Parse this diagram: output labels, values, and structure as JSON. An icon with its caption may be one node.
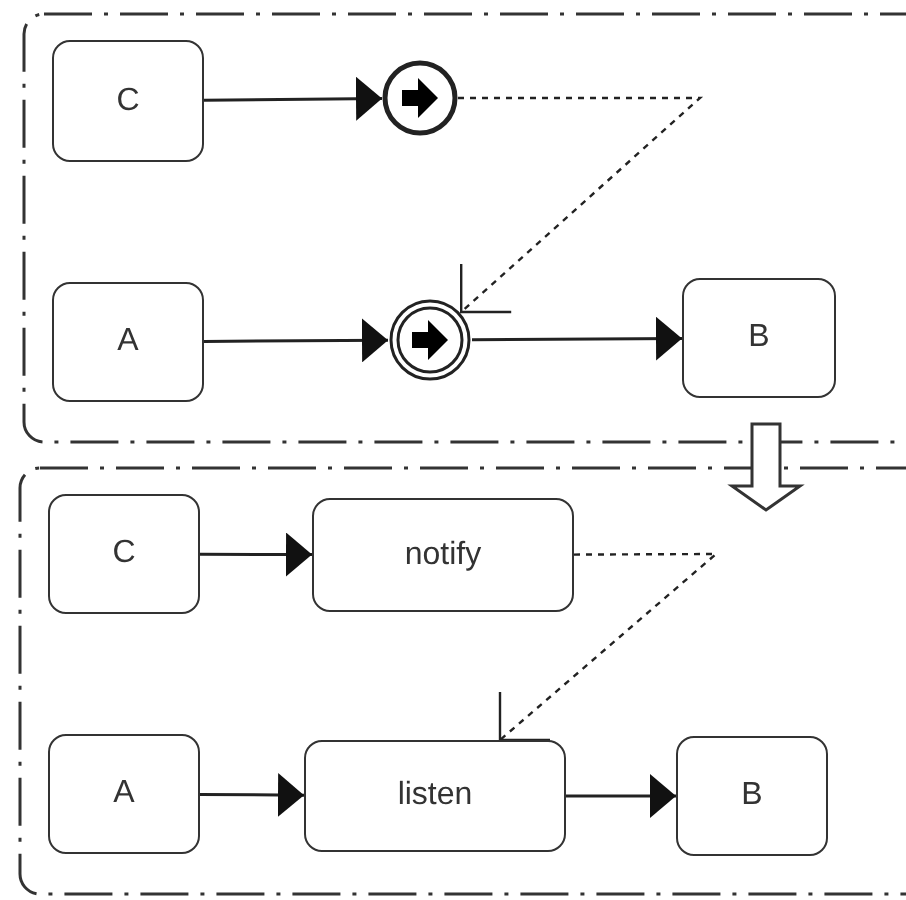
{
  "diagram": {
    "nodes": [
      {
        "text": [],
        "shape": "box"
      },
      {
        "text": [
          "C"
        ],
        "in": 0
      },
      {
        "text": [],
        "shape": "circle",
        "in": 0
      },
      {
        "text": [
          "A"
        ],
        "in": 0
      },
      {
        "text": [],
        "shape": "circle",
        "in": 0
      },
      {
        "text": [
          "B"
        ],
        "in": 0
      },
      {
        "text": [],
        "shape": "box"
      },
      {
        "text": [
          "C"
        ],
        "in": 6
      },
      {
        "text": [
          "notify"
        ],
        "in": 6
      },
      {
        "text": [
          "A"
        ],
        "in": 6
      },
      {
        "text": [
          "listen"
        ],
        "in": 6
      },
      {
        "text": [
          "B"
        ],
        "in": 6
      }
    ],
    "edges": [
      {
        "from": 1,
        "to": 2,
        "arrow": "to"
      },
      {
        "from": 3,
        "to": 4,
        "arrow": "to"
      },
      {
        "from": 4,
        "to": 5,
        "arrow": "to"
      },
      {
        "from": 2,
        "to": 4,
        "arrow": "to",
        "style": "dashed"
      },
      {
        "from": 0,
        "to": 6,
        "arrow": "to",
        "style": "thick"
      },
      {
        "from": 7,
        "to": 8,
        "arrow": "to"
      },
      {
        "from": 9,
        "to": 10,
        "arrow": "to"
      },
      {
        "from": 10,
        "to": 11,
        "arrow": "to"
      },
      {
        "from": 8,
        "to": 10,
        "arrow": "to",
        "style": "dashed"
      }
    ]
  }
}
